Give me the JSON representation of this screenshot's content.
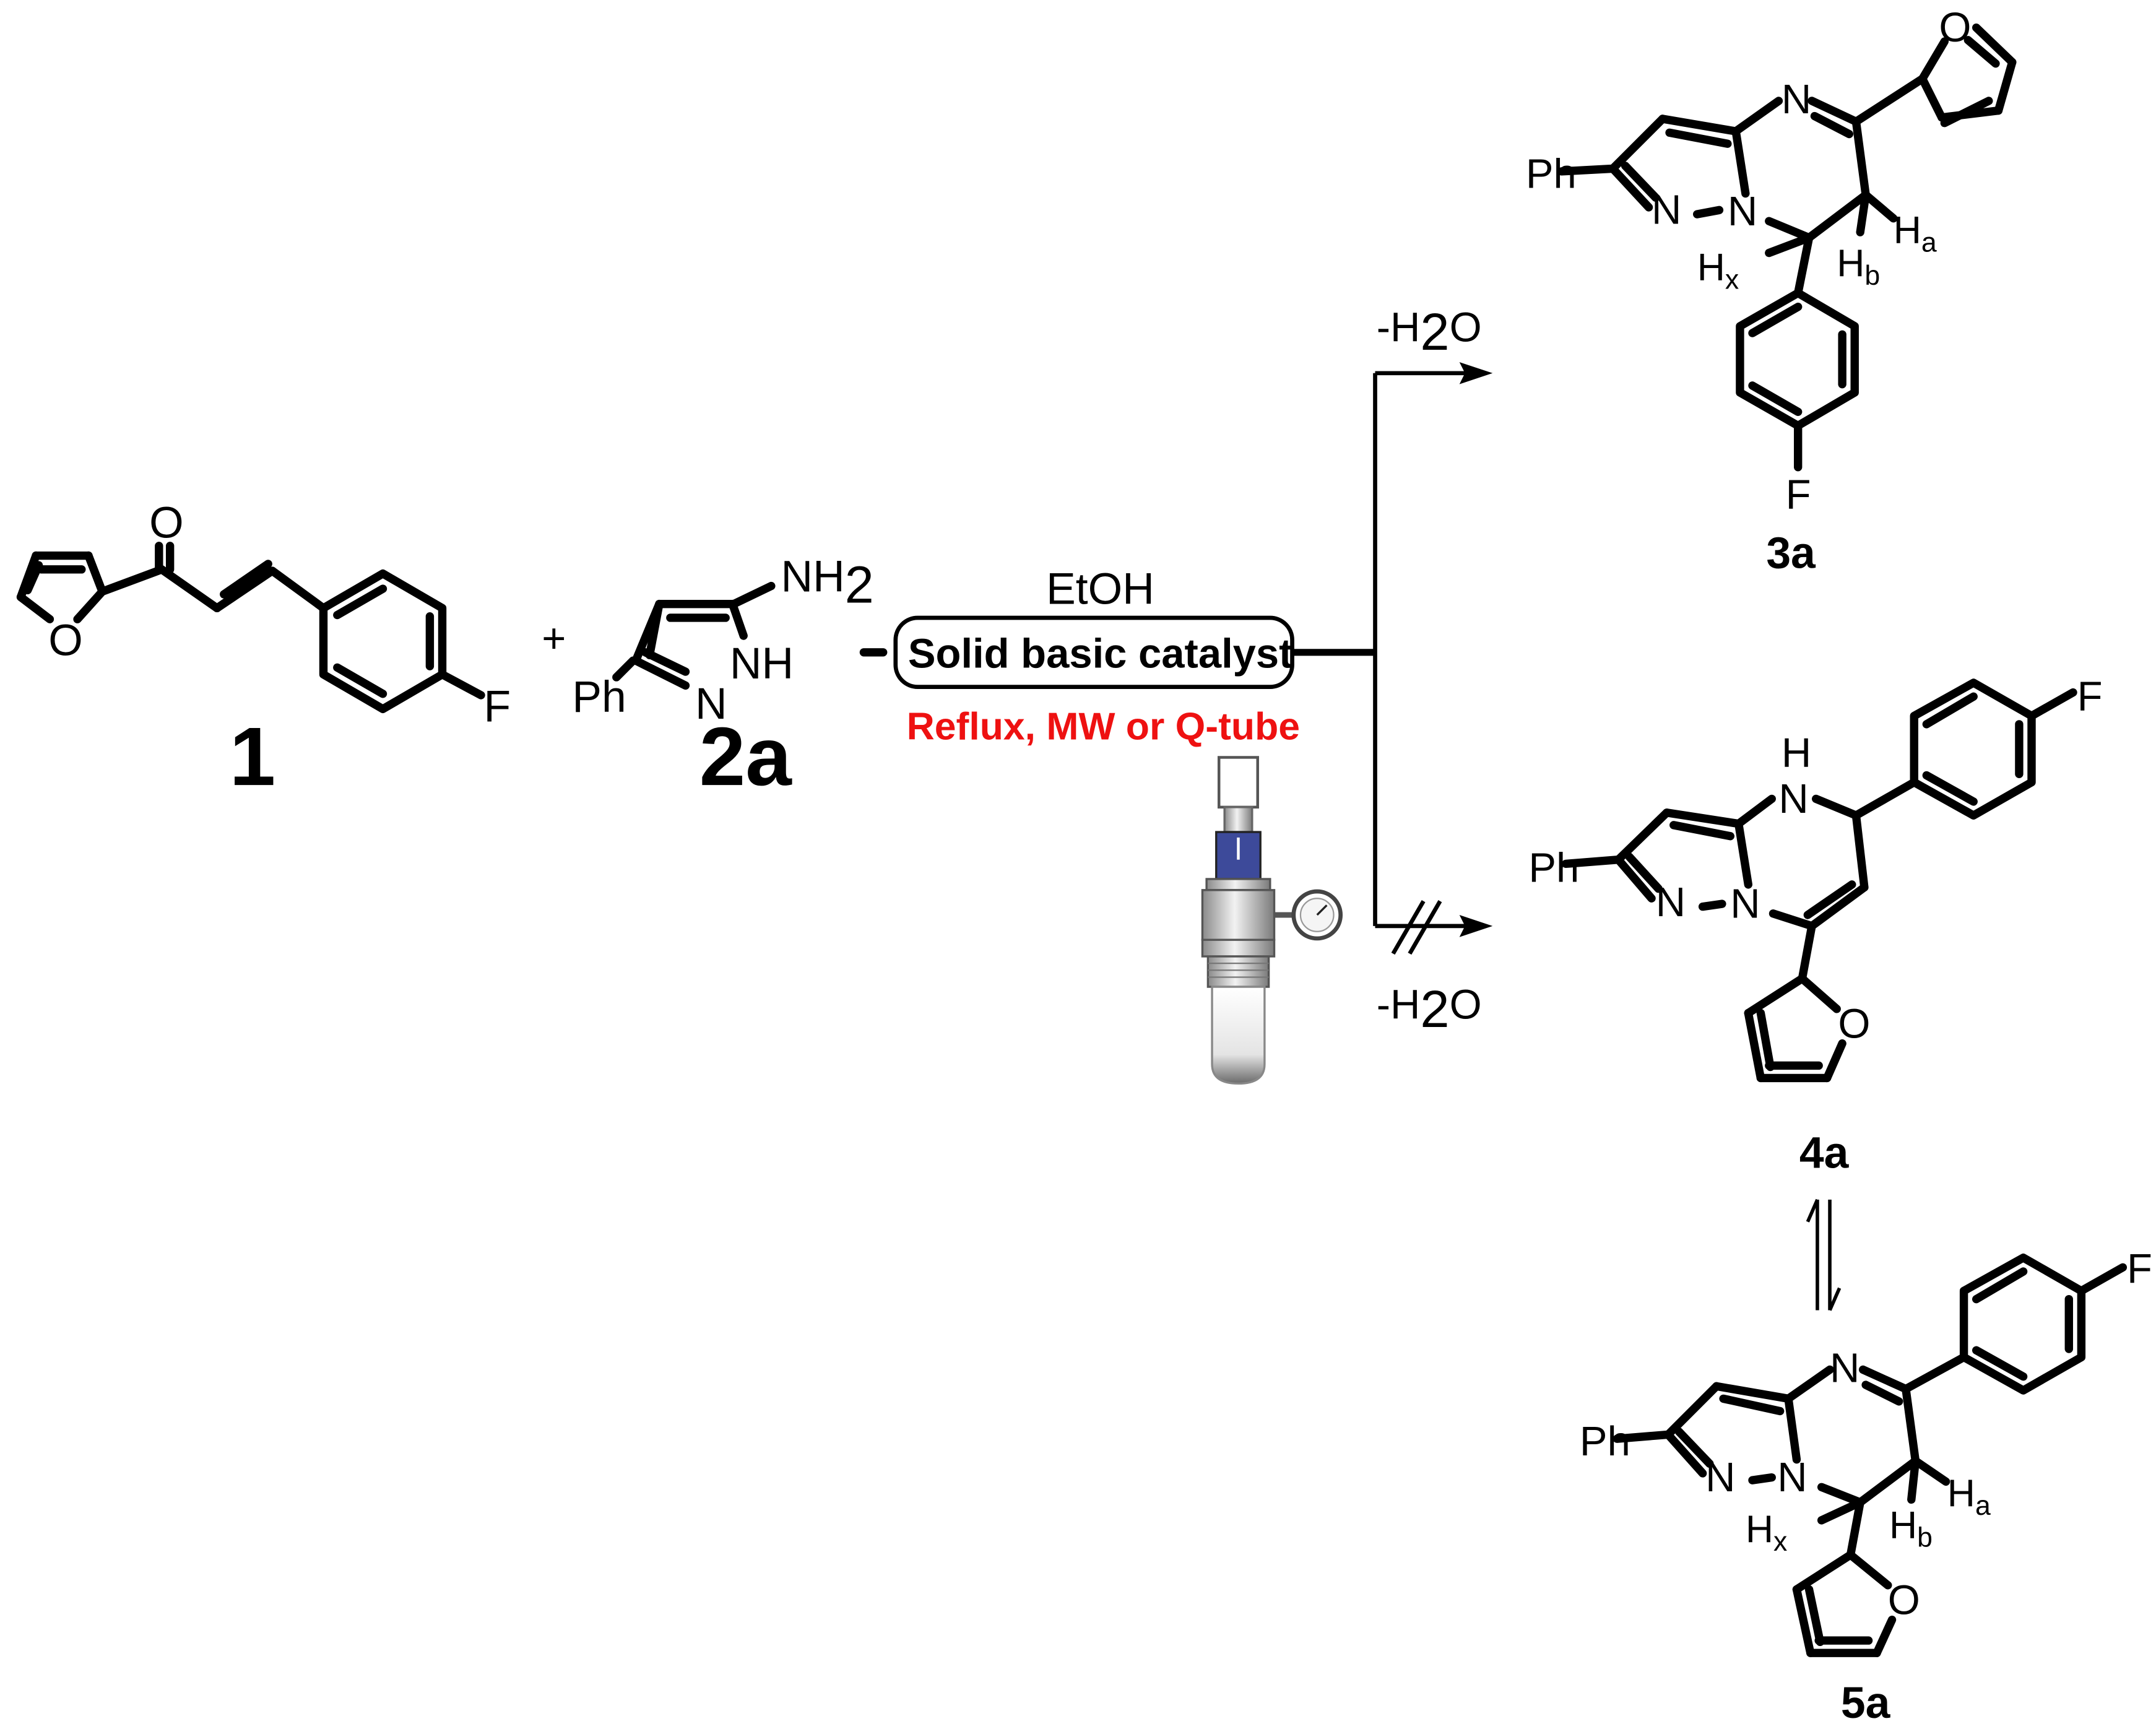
{
  "atoms": {
    "O": "O",
    "F": "F",
    "N": "N",
    "H": "H",
    "NH": "NH",
    "NH2_main": "NH",
    "NH2_sub": "2",
    "Ph": "Ph",
    "Hx_main": "H",
    "Hx_sub": "x",
    "Ha_main": "H",
    "Ha_sub": "a",
    "Hb_main": "H",
    "Hb_sub": "b"
  },
  "compounds": {
    "c1": "1",
    "c2a": "2a",
    "c3a": "3a",
    "c4a": "4a",
    "c5a": "5a"
  },
  "conditions": {
    "plus": "+",
    "solvent": "EtOH",
    "catalyst": "Solid basic catalyst",
    "methods": "Reflux, MW or Q-tube",
    "loss_water_prefix": "-H",
    "loss_water_sub": "2",
    "loss_water_suffix": "O"
  },
  "colors": {
    "methods_text": "#ee1111",
    "qtube_cap": "#3d4a9a"
  },
  "icons": {
    "qtube": "q-tube-pressure-reactor-icon"
  }
}
